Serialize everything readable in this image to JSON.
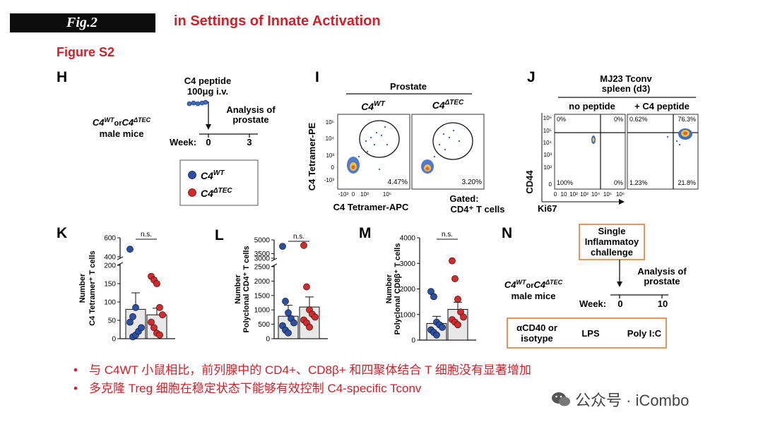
{
  "header": {
    "fig_tag": "Fig.2",
    "title": "in Settings of Innate Activation",
    "subtitle": "Figure S2"
  },
  "panel_H": {
    "letter": "H",
    "peptide_line1": "C4 peptide",
    "peptide_line2": "100μg i.v.",
    "analysis_line1": "Analysis of",
    "analysis_line2": "prostate",
    "mice_wt": "C4",
    "mice_wt_sup": "WT",
    "mice_or": "or",
    "mice_tec": "C4",
    "mice_tec_sup": "ΔTEC",
    "mice_line2": "male mice",
    "week_label": "Week:",
    "week_ticks": [
      "0",
      "3"
    ],
    "legend": [
      {
        "base": "C4",
        "sup": "WT",
        "color": "#2b4fa3"
      },
      {
        "base": "C4",
        "sup": "ΔTEC",
        "color": "#d42a2a"
      }
    ]
  },
  "panel_I": {
    "letter": "I",
    "organ": "Prostate",
    "col1_base": "C4",
    "col1_sup": "WT",
    "col2_base": "C4",
    "col2_sup": "ΔTEC",
    "ylabel": "C4 Tetramer-PE",
    "xlabel": "C4 Tetramer-APC",
    "gated_line1": "Gated:",
    "gated_line2": "CD4⁺ T cells",
    "pct_wt": "4.47%",
    "pct_tec": "3.20%",
    "y_ticks": [
      "10⁵",
      "10⁴",
      "10³",
      "0",
      "-10³"
    ],
    "x_ticks": [
      "-10³",
      "0",
      "10³",
      "10⁵"
    ]
  },
  "panel_J": {
    "letter": "J",
    "title_line1": "MJ23 Tconv",
    "title_line2": "spleen (d3)",
    "col1": "no peptide",
    "col2": "+ C4 peptide",
    "ylabel": "CD44",
    "xlabel": "Ki67",
    "q_nopep": [
      "0%",
      "0%",
      "100%",
      "0%"
    ],
    "q_pep": [
      "0.62%",
      "76.3%",
      "1.23%",
      "21.8%"
    ],
    "y_ticks": [
      "10⁶",
      "10⁵",
      "10⁴",
      "10³",
      "10²",
      "0"
    ],
    "x_ticks": [
      "0",
      "10",
      "10²",
      "10³",
      "10⁴",
      "10⁵",
      "10⁶"
    ]
  },
  "chart_data": [
    {
      "type": "bar",
      "panel": "K",
      "ylabel_line1": "Number",
      "ylabel_line2": "C4 Tetramer⁺ T cells",
      "y_ticks_lower": [
        "0",
        "50",
        "100",
        "150",
        "200"
      ],
      "y_ticks_upper": [
        "400",
        "600"
      ],
      "categories": [
        "C4WT",
        "C4ΔTEC"
      ],
      "series": [
        {
          "name": "C4WT",
          "mean": 80,
          "sem": 45,
          "points": [
            480,
            5,
            10,
            20,
            30,
            45,
            60,
            85
          ]
        },
        {
          "name": "C4ΔTEC",
          "mean": 65,
          "sem": 18,
          "points": [
            170,
            160,
            150,
            85,
            65,
            45,
            30,
            15,
            10
          ]
        }
      ],
      "significance": "n.s."
    },
    {
      "type": "bar",
      "panel": "L",
      "ylabel_line1": "Number",
      "ylabel_line2": "Polyclonal CD4⁺ T cells",
      "y_ticks_lower": [
        "0",
        "500",
        "1000",
        "1500",
        "2000",
        "2500"
      ],
      "y_ticks_upper": [
        "3000",
        "3500",
        "5000"
      ],
      "categories": [
        "C4WT",
        "C4ΔTEC"
      ],
      "series": [
        {
          "name": "C4WT",
          "mean": 780,
          "sem": 380,
          "points": [
            4300,
            1300,
            900,
            700,
            550,
            450,
            300,
            200
          ]
        },
        {
          "name": "C4ΔTEC",
          "mean": 1100,
          "sem": 350,
          "points": [
            4400,
            1800,
            1000,
            850,
            750,
            650,
            550,
            400
          ]
        }
      ],
      "significance": "n.s."
    },
    {
      "type": "bar",
      "panel": "M",
      "ylabel_line1": "Number",
      "ylabel_line2": "Polyclonal CD8β⁺ T cells",
      "y_ticks_lower": [
        "0",
        "1000",
        "2000",
        "3000",
        "4000"
      ],
      "y_ticks_upper": [],
      "categories": [
        "C4WT",
        "C4ΔTEC"
      ],
      "series": [
        {
          "name": "C4WT",
          "mean": 650,
          "sem": 280,
          "points": [
            1900,
            1700,
            700,
            600,
            500,
            400,
            300,
            200
          ]
        },
        {
          "name": "C4ΔTEC",
          "mean": 1200,
          "sem": 280,
          "points": [
            3100,
            2400,
            1600,
            1100,
            900,
            800,
            700,
            600
          ]
        }
      ],
      "significance": "n.s."
    }
  ],
  "panel_N": {
    "letter": "N",
    "box_line1": "Single",
    "box_line2": "Inflammatoy",
    "box_line3": "challenge",
    "analysis_line1": "Analysis of",
    "analysis_line2": "prostate",
    "mice_wt": "C4",
    "mice_wt_sup": "WT",
    "mice_or": "or",
    "mice_tec": "C4",
    "mice_tec_sup": "ΔTEC",
    "mice_line2": "male mice",
    "week_label": "Week:",
    "week_ticks": [
      "0",
      "10"
    ],
    "treat1_line1": "αCD40 or",
    "treat1_line2": "isotype",
    "treat2": "LPS",
    "treat3": "Poly I:C"
  },
  "bullets": [
    "与 C4WT 小鼠相比，前列腺中的 CD4+、CD8β+ 和四聚体结合 T 细胞没有显著增加",
    "多克隆 Treg 细胞在稳定状态下能够有效控制 C4-specific Tconv"
  ],
  "watermark": "公众号 · iCombo",
  "colors": {
    "accent_red": "#d0202a",
    "wt_blue": "#2b4fa3",
    "tec_red": "#d42a2a",
    "box_orange": "#e07b39"
  }
}
